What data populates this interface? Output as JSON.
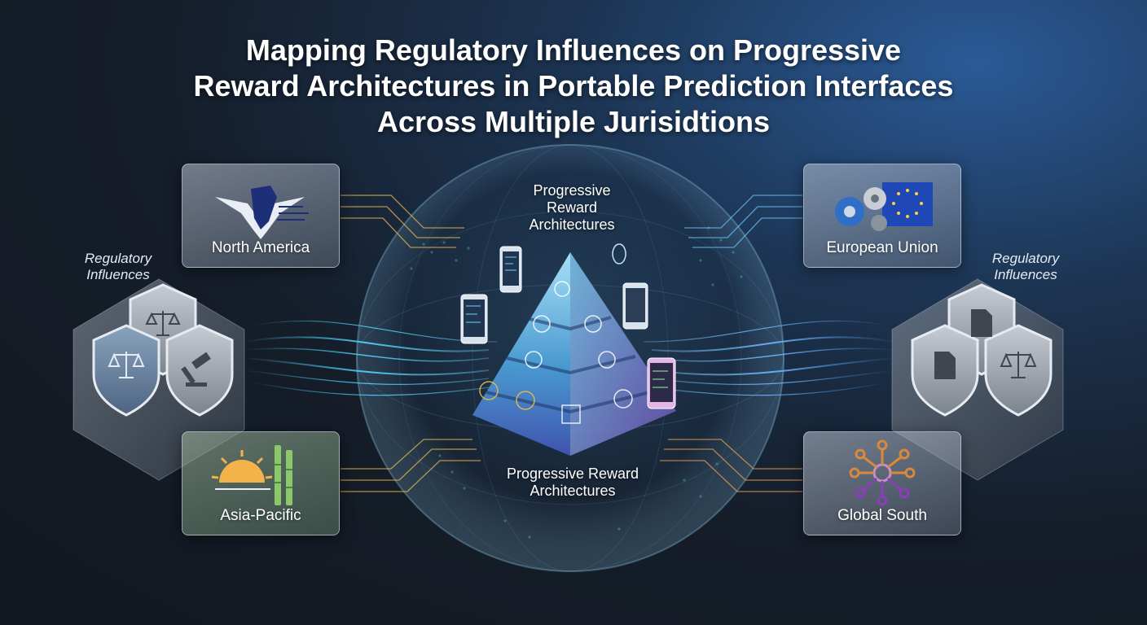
{
  "title": {
    "line1": "Mapping Regulatory Influences on Progressive",
    "line2": "Reward Architectures in Portable Prediction Interfaces",
    "line3": "Across Multiple Jurisidtions"
  },
  "regions": {
    "north_america": "North America",
    "asia_pacific": "Asia-Pacific",
    "european_union": "European Union",
    "global_south": "Global South"
  },
  "regulatory_left": {
    "line1": "Regulatory",
    "line2": "Influences"
  },
  "regulatory_right": {
    "line1": "Regulatory",
    "line2": "Influences"
  },
  "pyramid": {
    "top_label_line1": "Progressive",
    "top_label_line2": "Reward",
    "top_label_line3": "Architectures",
    "bottom_label_line1": "Progressive Reward",
    "bottom_label_line2": "Architectures"
  },
  "colors": {
    "accent_cyan": "#4fd8ff",
    "accent_orange": "#f3a54a",
    "pyramid_top": "#9fe6ff",
    "pyramid_bottom": "#3a5fb8"
  }
}
